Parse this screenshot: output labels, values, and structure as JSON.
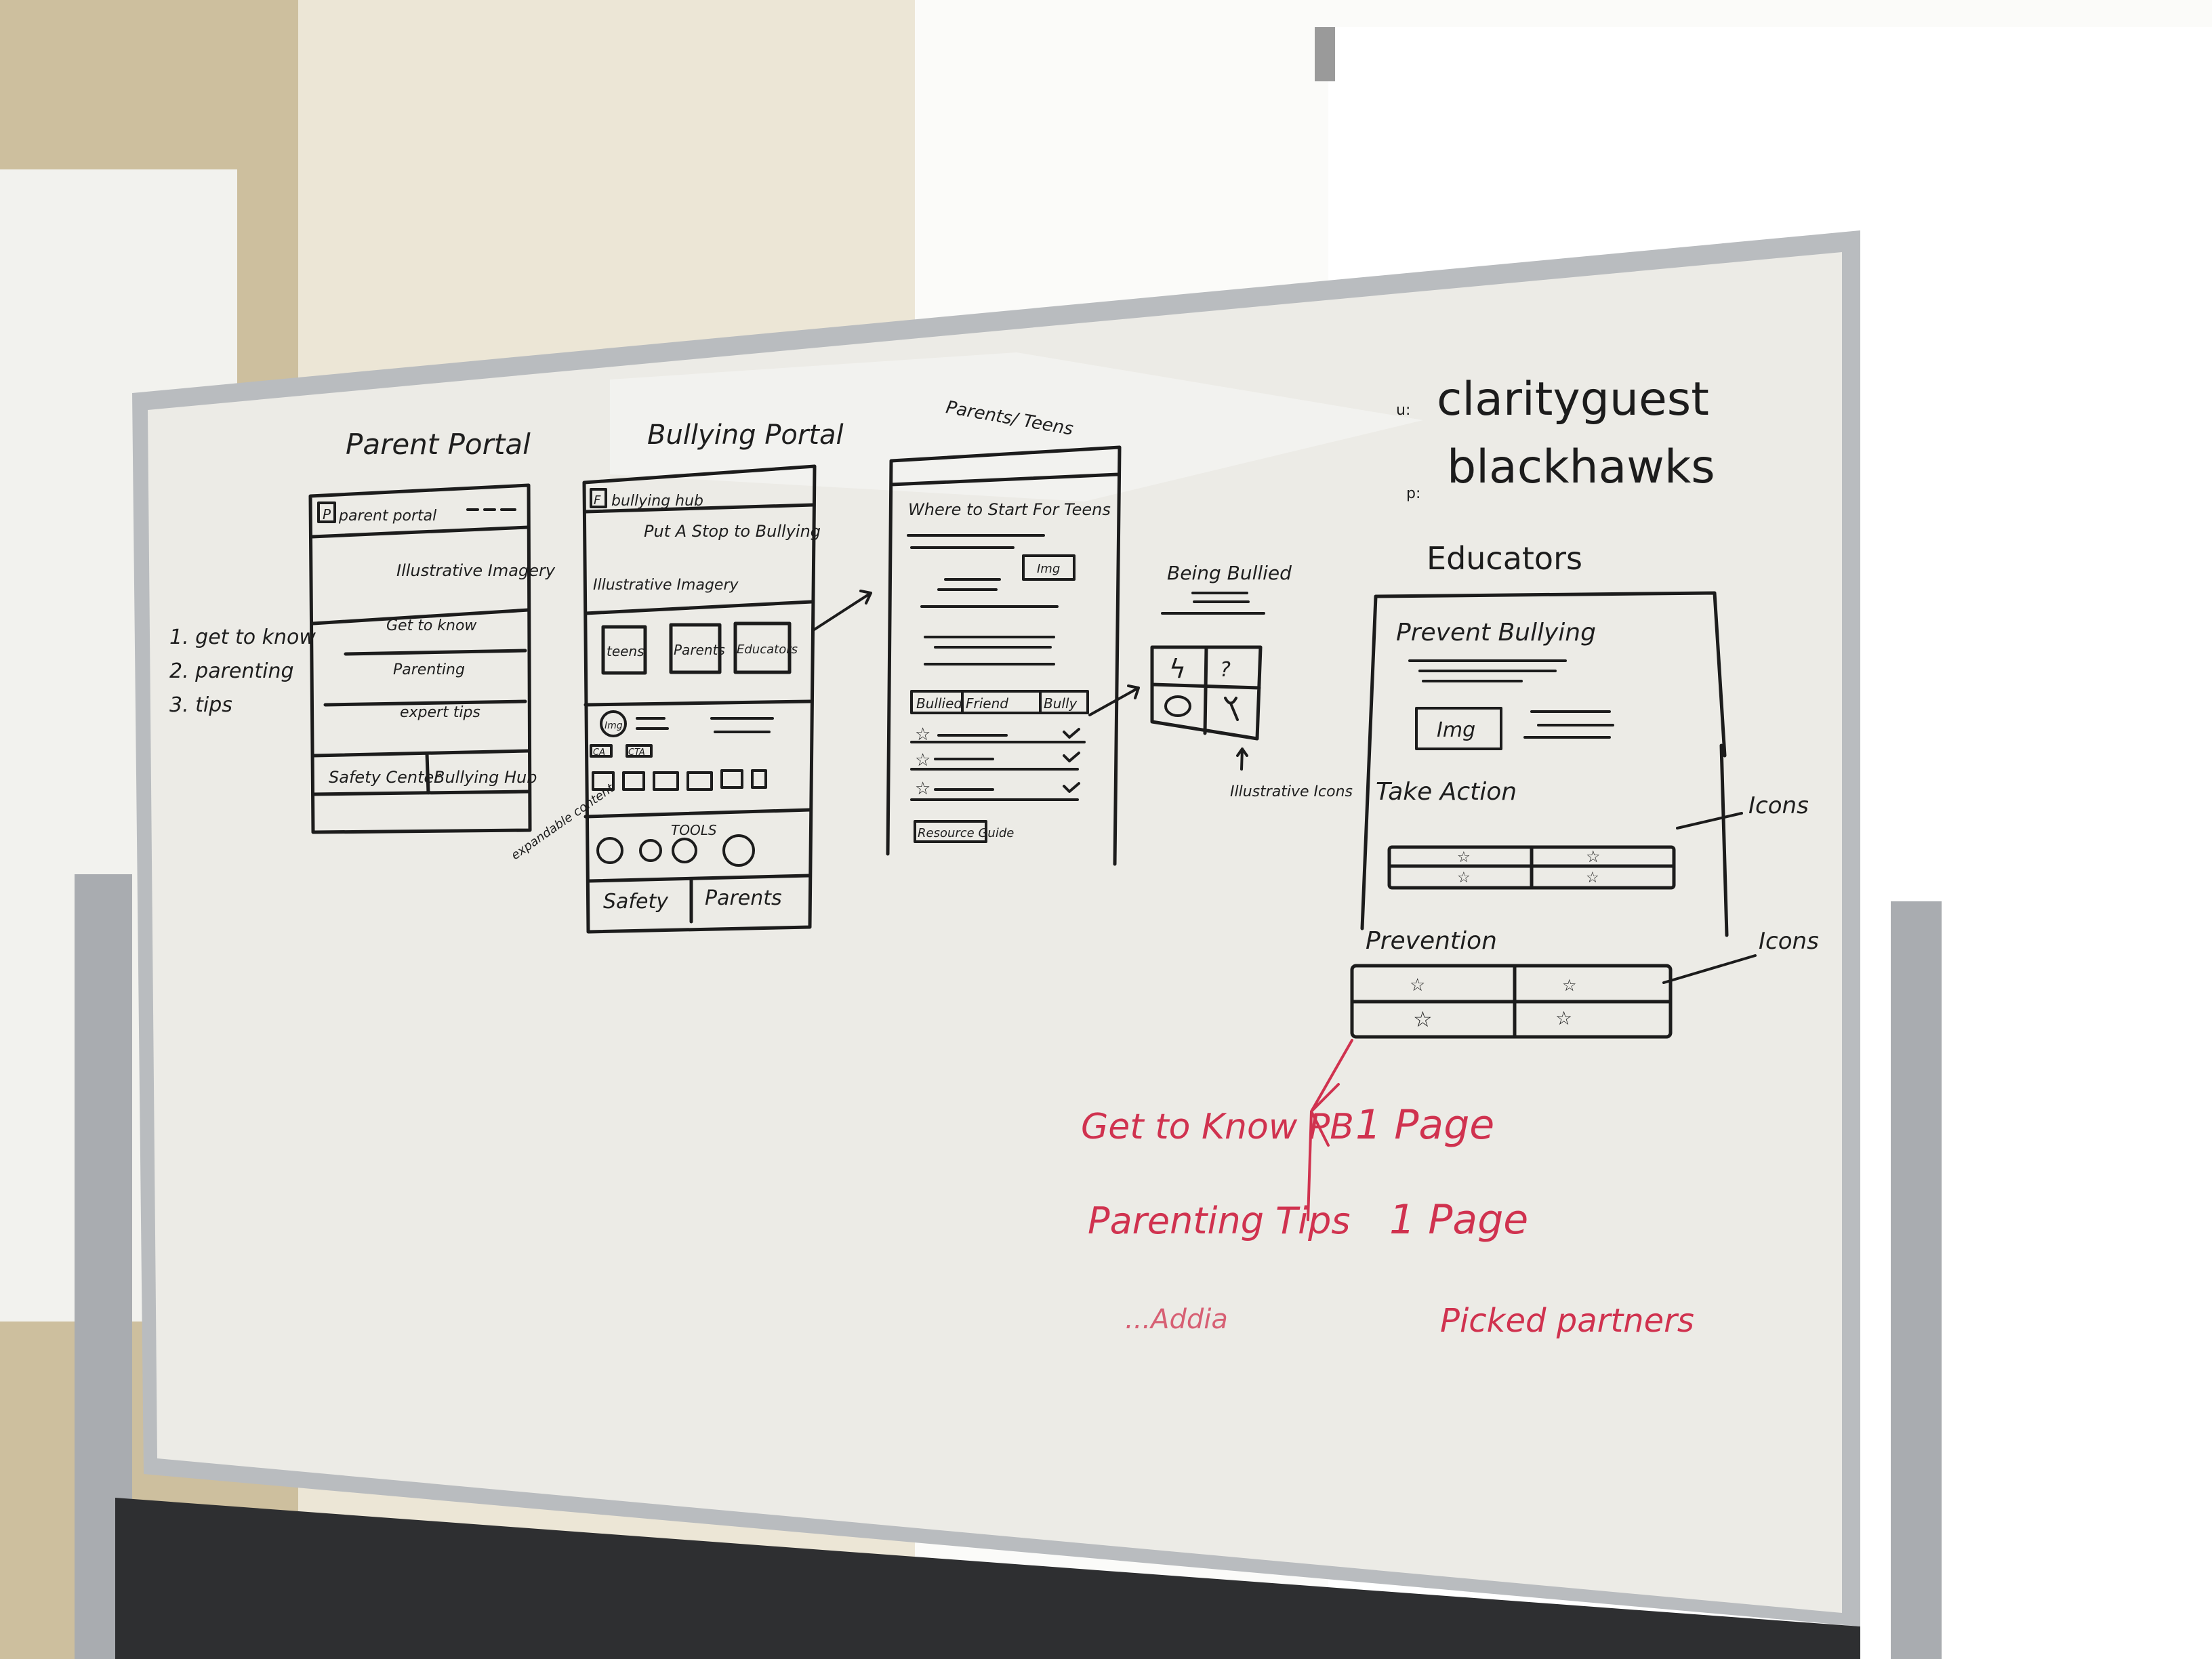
{
  "scene": "whiteboard",
  "colors": {
    "black_marker": "#1c1c1c",
    "red_marker": "#d0324f",
    "purple_marker": "#5a4a66",
    "board": "#ecebe6",
    "frame": "#b9bcbf"
  },
  "left_list": {
    "items": [
      "1. get to know",
      "2. parenting",
      "3. tips"
    ]
  },
  "parent_portal": {
    "title": "Parent Portal",
    "header_logo": "P",
    "header_label": "parent portal",
    "hero": "Illustrative Imagery",
    "sections": [
      "Get to know",
      "Parenting",
      "expert tips"
    ],
    "buttons": [
      "Safety Center",
      "Bullying Hub"
    ]
  },
  "bullying_portal": {
    "title": "Bullying Portal",
    "header_logo": "F",
    "header_label": "bullying hub",
    "headline": "Put A Stop to Bullying",
    "hero": "Illustrative Imagery",
    "cards": [
      "teens",
      "Parents",
      "Educators"
    ],
    "img_label": "Img",
    "chips": [
      "CA",
      "CTA"
    ],
    "tools_label": "TOOLS",
    "buttons": [
      "Safety",
      "Parents"
    ],
    "annotation": "expandable content"
  },
  "parents_teens": {
    "title": "Parents/ Teens",
    "heading": "Where to Start For Teens",
    "img_label": "Img",
    "tabs": [
      "Bullied",
      "Friend",
      "Bully"
    ],
    "button": "Resource Guide"
  },
  "being_bullied": {
    "title": "Being Bullied",
    "icons": [
      "lightning",
      "?",
      "speech-bubble",
      "pin"
    ],
    "annotation": "Illustrative Icons"
  },
  "credentials": {
    "user_prefix": "u:",
    "user": "clarityguest",
    "pass_prefix": "p:",
    "pass": "blackhawks"
  },
  "educators": {
    "title": "Educators",
    "heading": "Prevent Bullying",
    "img_label": "Img",
    "section1": "Take Action",
    "section2": "Prevention",
    "annotation1": "Icons",
    "annotation2": "Icons"
  },
  "red_notes": {
    "line1": "Get to Know PB",
    "line1_note": "1 Page",
    "line2": "Parenting Tips",
    "line2_note": "1 Page",
    "line3": "...Addia",
    "line3_note": "Picked partners"
  }
}
